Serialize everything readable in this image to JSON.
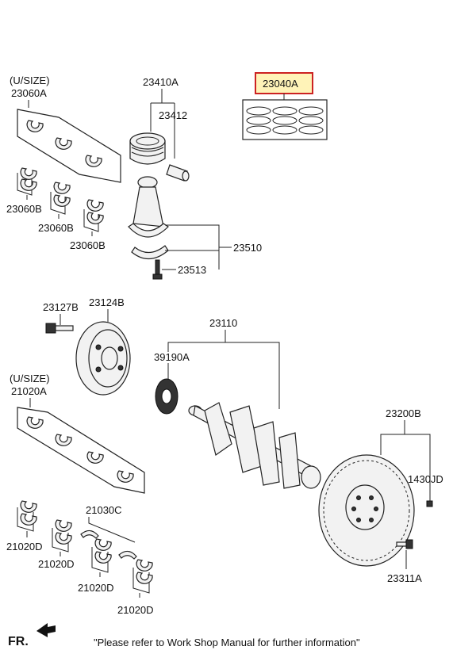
{
  "labels": {
    "usize_top": "(U/SIZE)",
    "p23060A": "23060A",
    "p23060B_1": "23060B",
    "p23060B_2": "23060B",
    "p23060B_3": "23060B",
    "p23410A": "23410A",
    "p23412": "23412",
    "p23040A": "23040A",
    "p23510": "23510",
    "p23513": "23513",
    "p23127B": "23127B",
    "p23124B": "23124B",
    "p23110": "23110",
    "p39190A": "39190A",
    "usize_bottom": "(U/SIZE)",
    "p21020A": "21020A",
    "p21030C": "21030C",
    "p21020D_1": "21020D",
    "p21020D_2": "21020D",
    "p21020D_3": "21020D",
    "p21020D_4": "21020D",
    "p23200B": "23200B",
    "p1430JD": "1430JD",
    "p23311A": "23311A"
  },
  "footer": {
    "fr": "FR.",
    "note": "\"Please refer to Work Shop Manual for further information\""
  },
  "colors": {
    "highlight": "#cc2222",
    "highlight_fill": "#fff3b8"
  }
}
